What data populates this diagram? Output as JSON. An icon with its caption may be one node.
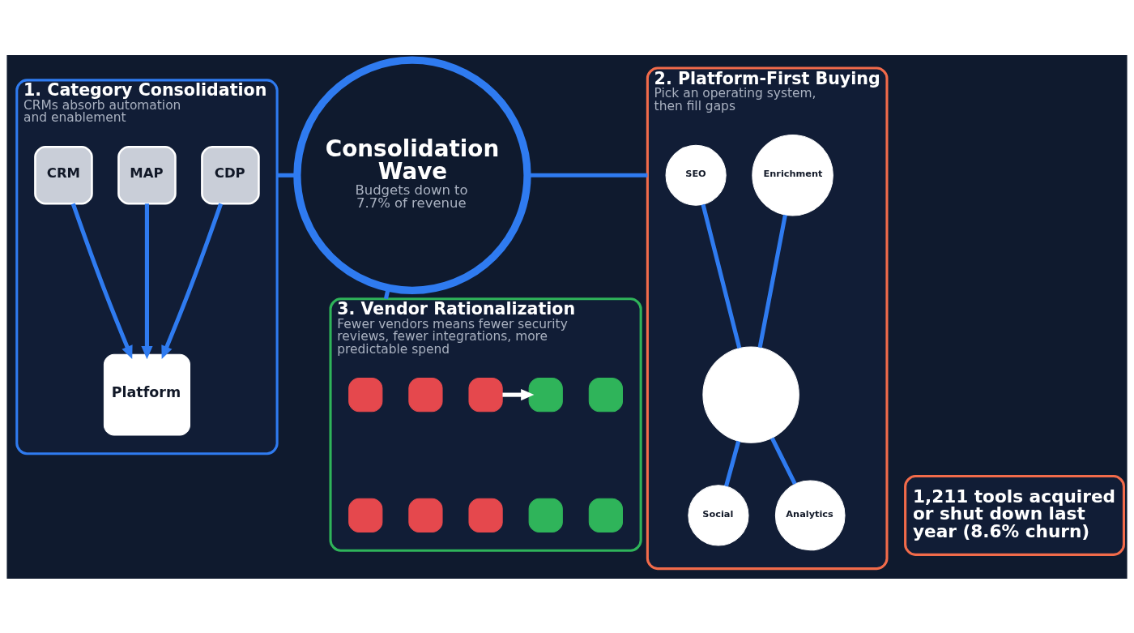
{
  "diagram": {
    "nodes": [
      {
        "text": [
          "1. Category Consolidation",
          "CRMs absorb automation and enablement"
        ]
      },
      {
        "text": [
          "CRM"
        ],
        "in": 0
      },
      {
        "text": [
          "MAP"
        ],
        "in": 0
      },
      {
        "text": [
          "CDP"
        ],
        "in": 0
      },
      {
        "text": [
          "Platform"
        ],
        "in": 0
      },
      {
        "text": [
          "Consolidation Wave",
          "Budgets down to 7.7% of revenue"
        ]
      },
      {
        "text": [
          "2. Platform-First Buying",
          "Pick an operating system, then fill gaps"
        ]
      },
      {
        "text": [
          "SEO"
        ],
        "in": 6
      },
      {
        "text": [
          "Enrichment"
        ],
        "in": 6
      },
      {
        "text": [],
        "shape": "circle",
        "in": 6
      },
      {
        "text": [
          "Social"
        ],
        "in": 6
      },
      {
        "text": [
          "Analytics"
        ],
        "in": 6
      },
      {
        "text": [
          "3. Vendor Rationalization",
          "Fewer vendors means fewer security reviews, fewer integrations, more predictable spend"
        ]
      },
      {
        "text": [],
        "shape": "box",
        "in": 12
      },
      {
        "text": [],
        "shape": "box",
        "in": 12
      },
      {
        "text": [],
        "shape": "box",
        "in": 12
      },
      {
        "text": [],
        "shape": "box",
        "in": 12
      },
      {
        "text": [],
        "shape": "box",
        "in": 12
      },
      {
        "text": [],
        "shape": "box",
        "in": 12
      },
      {
        "text": [],
        "shape": "box",
        "in": 12
      },
      {
        "text": [],
        "shape": "box",
        "in": 12
      },
      {
        "text": [],
        "shape": "box",
        "in": 12
      },
      {
        "text": [],
        "shape": "box",
        "in": 12
      },
      {
        "text": [
          "1,211 tools acquired or shut down last year (8.6% churn)"
        ]
      }
    ],
    "edges": [
      {
        "from": 0,
        "to": 5,
        "arrow": "none"
      },
      {
        "from": 5,
        "to": 6,
        "arrow": "none"
      },
      {
        "from": 5,
        "to": 12,
        "arrow": "none"
      },
      {
        "from": 1,
        "to": 4,
        "arrow": "to"
      },
      {
        "from": 2,
        "to": 4,
        "arrow": "to"
      },
      {
        "from": 3,
        "to": 4,
        "arrow": "to"
      },
      {
        "from": 7,
        "to": 9,
        "arrow": "none"
      },
      {
        "from": 8,
        "to": 9,
        "arrow": "none"
      },
      {
        "from": 9,
        "to": 10,
        "arrow": "none"
      },
      {
        "from": 9,
        "to": 11,
        "arrow": "none"
      },
      {
        "from": 15,
        "to": 19,
        "arrow": "to",
        "color": "#ffffff"
      }
    ]
  }
}
